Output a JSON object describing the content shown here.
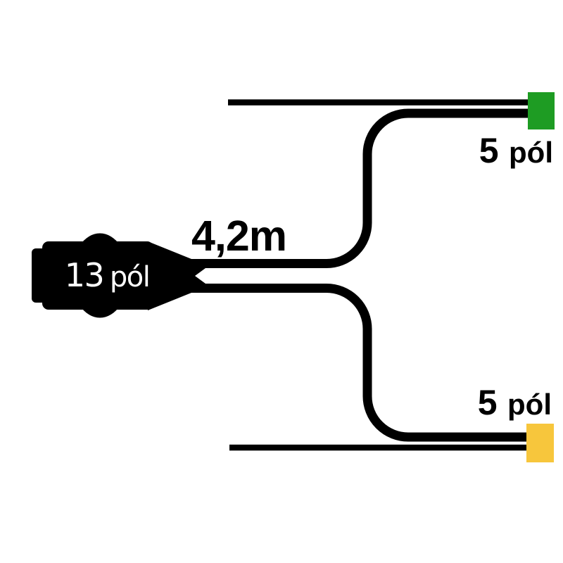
{
  "background_color": "#ffffff",
  "cable_color": "#000000",
  "label_color": "#000000",
  "length_label": "4,2m",
  "plug_13": {
    "number": "13",
    "suffix": "pól",
    "body_color": "#000000",
    "label_color": "#ffffff"
  },
  "connector_top": {
    "number": "5",
    "suffix": "pól",
    "color": "#1E9C23"
  },
  "connector_bottom": {
    "number": "5",
    "suffix": "pól",
    "color": "#F7C63C"
  }
}
